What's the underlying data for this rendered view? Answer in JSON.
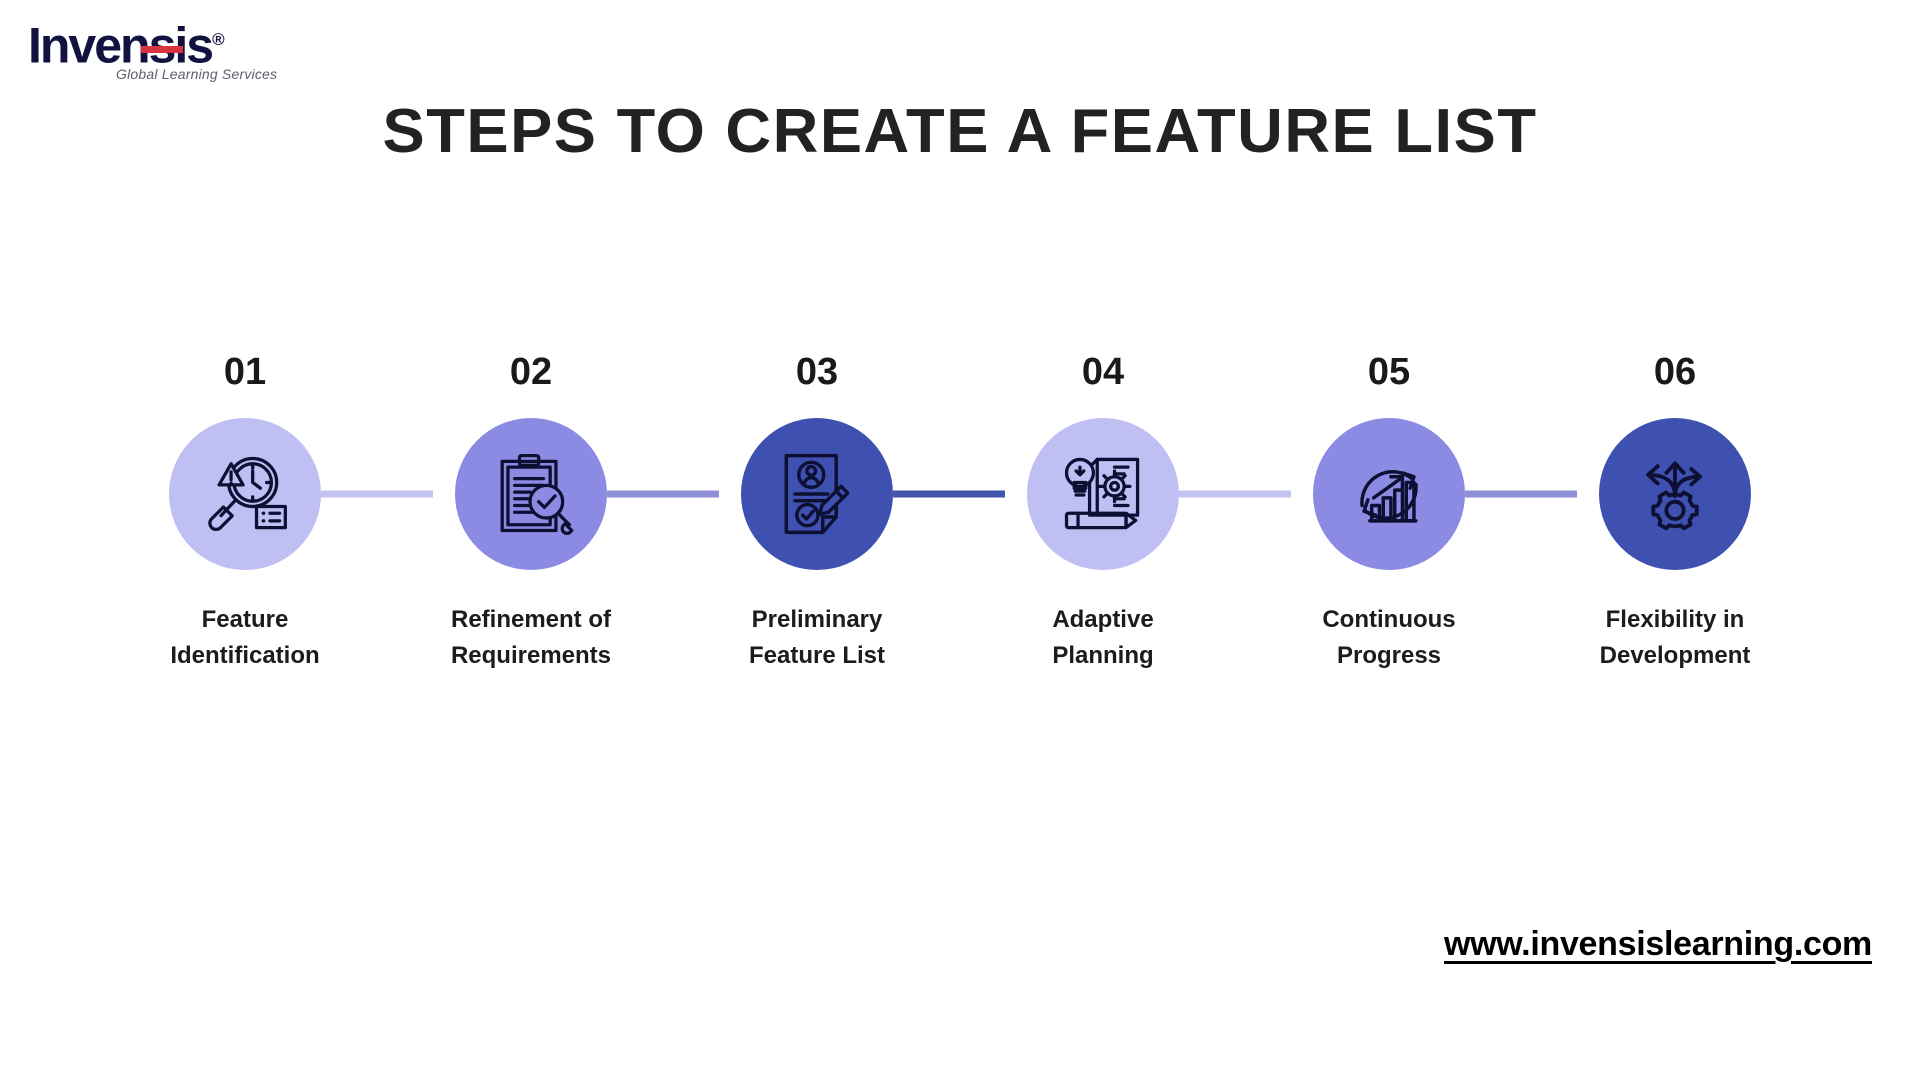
{
  "brand": {
    "logo_text": "Invensis",
    "logo_registered": "®",
    "logo_tagline": "Global Learning Services",
    "logo_navy": "#111240",
    "logo_accent_red": "#d8333f"
  },
  "header": {
    "title": "STEPS TO CREATE A FEATURE LIST"
  },
  "footer": {
    "url": "www.invensislearning.com"
  },
  "palette": {
    "light": "#bfbff4",
    "medium": "#8b8be4",
    "dark": "#3f51b0",
    "icon_stroke": "#0d1033",
    "connector_light": "#c3c3f2",
    "connector_medium": "#8f8fd8",
    "connector_dark": "#4356ae"
  },
  "steps": [
    {
      "number": "01",
      "label": "Feature\nIdentification",
      "icon": "magnifier-clock-alert-icon",
      "circle_color": "#bfbff4",
      "connector_color": "#c3c3f2"
    },
    {
      "number": "02",
      "label": "Refinement of\nRequirements",
      "icon": "clipboard-magnifier-check-icon",
      "circle_color": "#8b8be4",
      "connector_color": "#8f8fd8"
    },
    {
      "number": "03",
      "label": "Preliminary\nFeature List",
      "icon": "document-profile-pencil-check-icon",
      "circle_color": "#3f51b0",
      "connector_color": "#4356ae"
    },
    {
      "number": "04",
      "label": "Adaptive\nPlanning",
      "icon": "lightbulb-gear-document-pencil-icon",
      "circle_color": "#bfbff4",
      "connector_color": "#c3c3f2"
    },
    {
      "number": "05",
      "label": "Continuous\nProgress",
      "icon": "cycle-arrows-bar-chart-growth-icon",
      "circle_color": "#8b8be4",
      "connector_color": "#8f8fd8"
    },
    {
      "number": "06",
      "label": "Flexibility in\nDevelopment",
      "icon": "gear-three-arrows-icon",
      "circle_color": "#3f51b0",
      "connector_color": "#4356ae"
    }
  ]
}
